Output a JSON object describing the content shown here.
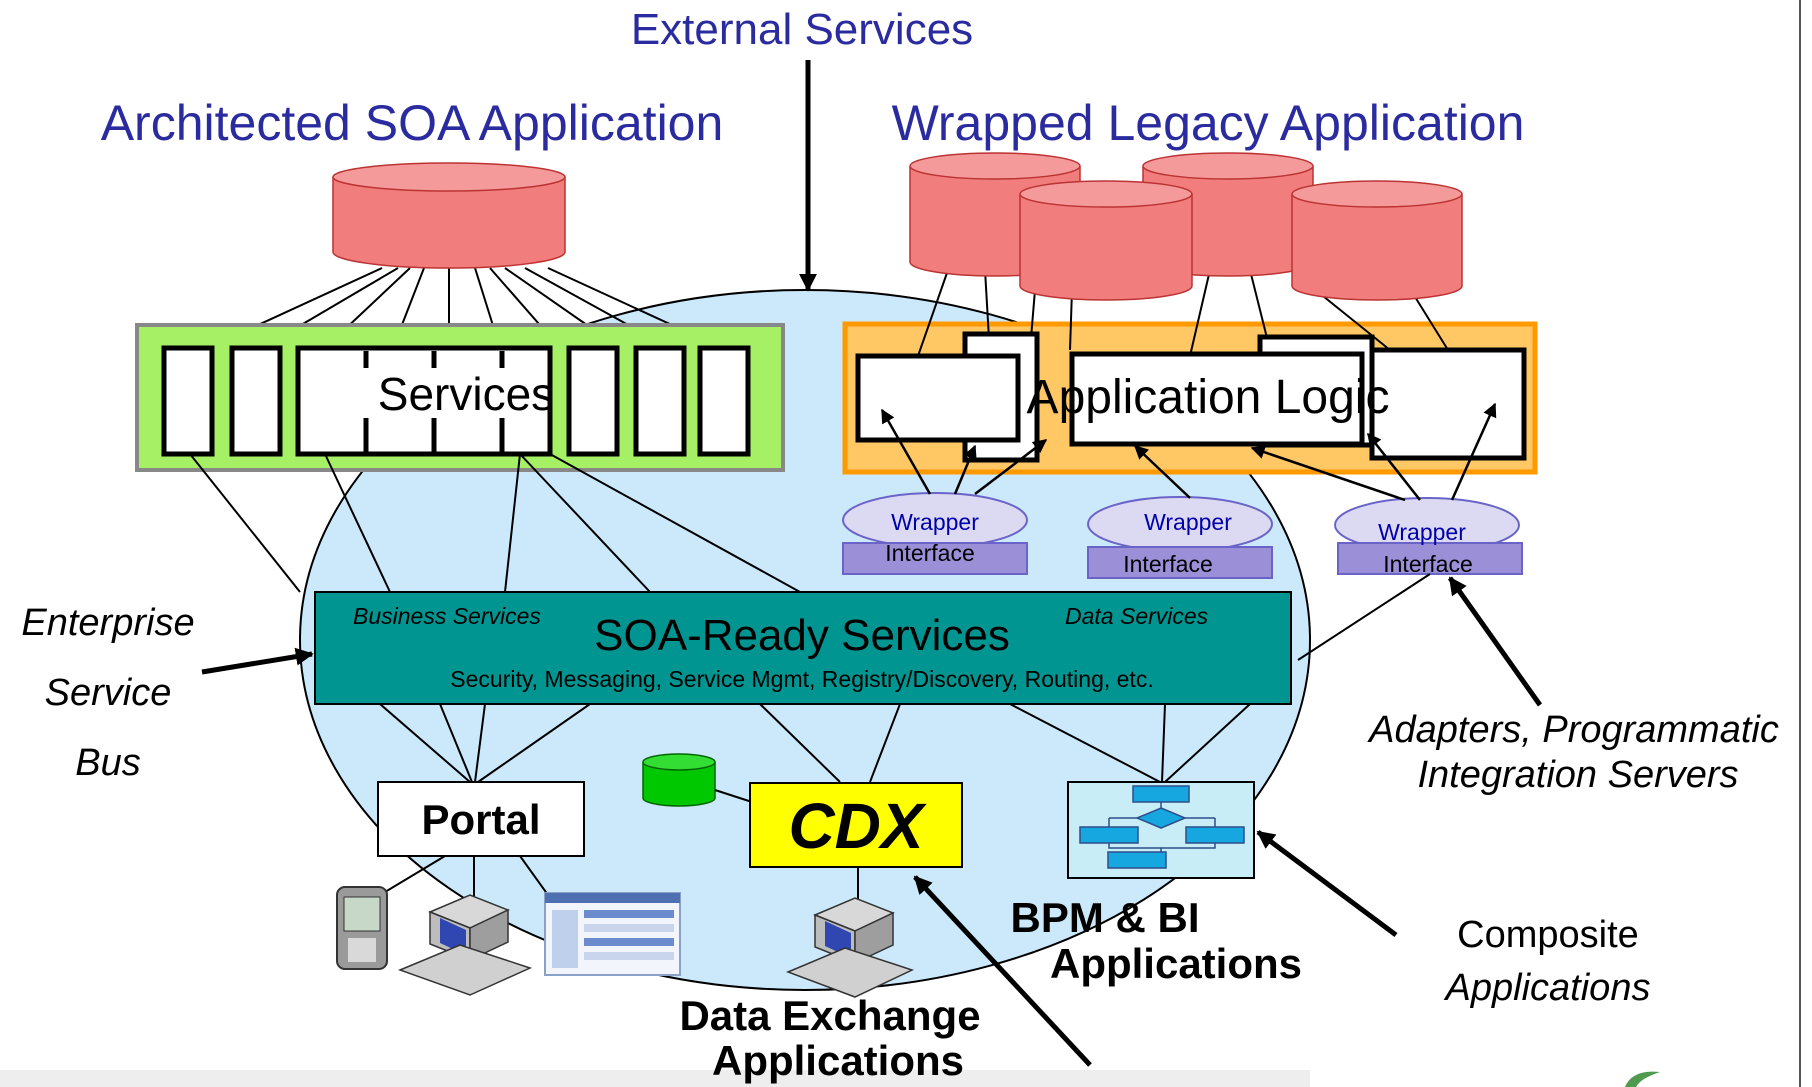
{
  "titles": {
    "external_services": "External Services",
    "architected_soa": "Architected SOA Application",
    "wrapped_legacy": "Wrapped Legacy Application"
  },
  "boxes": {
    "services": "Services",
    "application_logic": "Application Logic",
    "portal": "Portal",
    "cdx": "CDX"
  },
  "wrappers": [
    {
      "top": "Wrapper",
      "bottom": "Interface"
    },
    {
      "top": "Wrapper",
      "bottom": "Interface"
    },
    {
      "top": "Wrapper",
      "bottom": "Interface"
    }
  ],
  "esb_bar": {
    "business_services": "Business Services",
    "data_services": "Data Services",
    "title": "SOA-Ready Services",
    "subtitle": "Security, Messaging, Service Mgmt, Registry/Discovery, Routing, etc."
  },
  "labels": {
    "esb_line1": "Enterprise",
    "esb_line2": "Service",
    "esb_line3": "Bus",
    "adapters_line1": "Adapters, Programmatic",
    "adapters_line2": "Integration Servers",
    "bpm_line1": "BPM & BI",
    "bpm_line2": "Applications",
    "composite_line1": "Composite",
    "composite_line2": "Applications",
    "dx_line1": "Data Exchange",
    "dx_line2": "Applications"
  },
  "colors": {
    "title_blue": "#2b2ba0",
    "ellipse_fill": "#cce9fb",
    "soa_green": "#a6f066",
    "legacy_orange": "#ffc865",
    "legacy_border": "#ff9900",
    "db_red": "#f27d7d",
    "wrapper_lavender": "#dcd9f2",
    "wrapper_bar": "#9b8fd8",
    "esb_teal": "#009591",
    "cdx_yellow": "#ffff00",
    "bpm_fill": "#c8edf7",
    "flow_blue": "#16a7e0",
    "small_db_green": "#00c800"
  },
  "icons": [
    "database-icon",
    "mobile-device-icon",
    "desktop-computer-icon",
    "application-screenshot-icon",
    "flowchart-icon",
    "logo-leaf-icon"
  ]
}
